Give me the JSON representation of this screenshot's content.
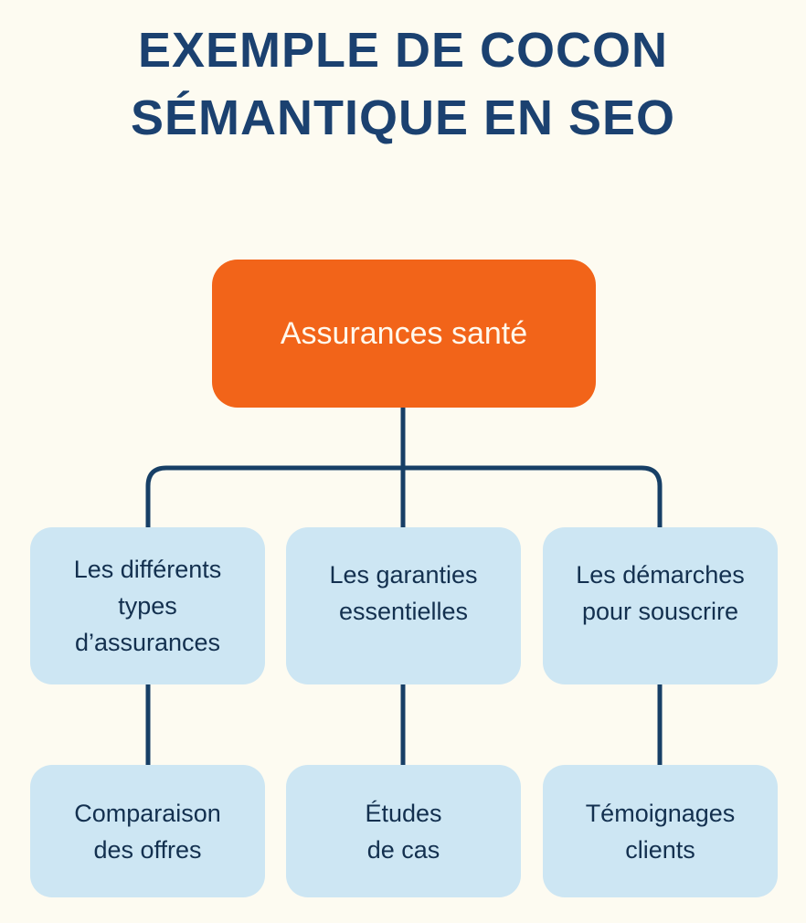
{
  "title": {
    "line1": "EXEMPLE DE COCON",
    "line2": "SÉMANTIQUE EN SEO"
  },
  "colors": {
    "background": "#FDFBF1",
    "title": "#1B4170",
    "root_fill": "#F26419",
    "root_text": "#FFF8EC",
    "node_fill": "#CDE6F3",
    "node_text": "#13304F",
    "connector": "#173F66"
  },
  "diagram": {
    "root": {
      "label": "Assurances santé"
    },
    "level2": [
      {
        "label": "Les différents\ntypes\nd’assurances"
      },
      {
        "label": "Les garanties\nessentielles"
      },
      {
        "label": "Les démarches\npour souscrire"
      }
    ],
    "level3": [
      {
        "label": "Comparaison\ndes offres",
        "parent": 0
      },
      {
        "label": "Études\nde cas",
        "parent": 1
      },
      {
        "label": "Témoignages\nclients",
        "parent": 2
      }
    ]
  }
}
